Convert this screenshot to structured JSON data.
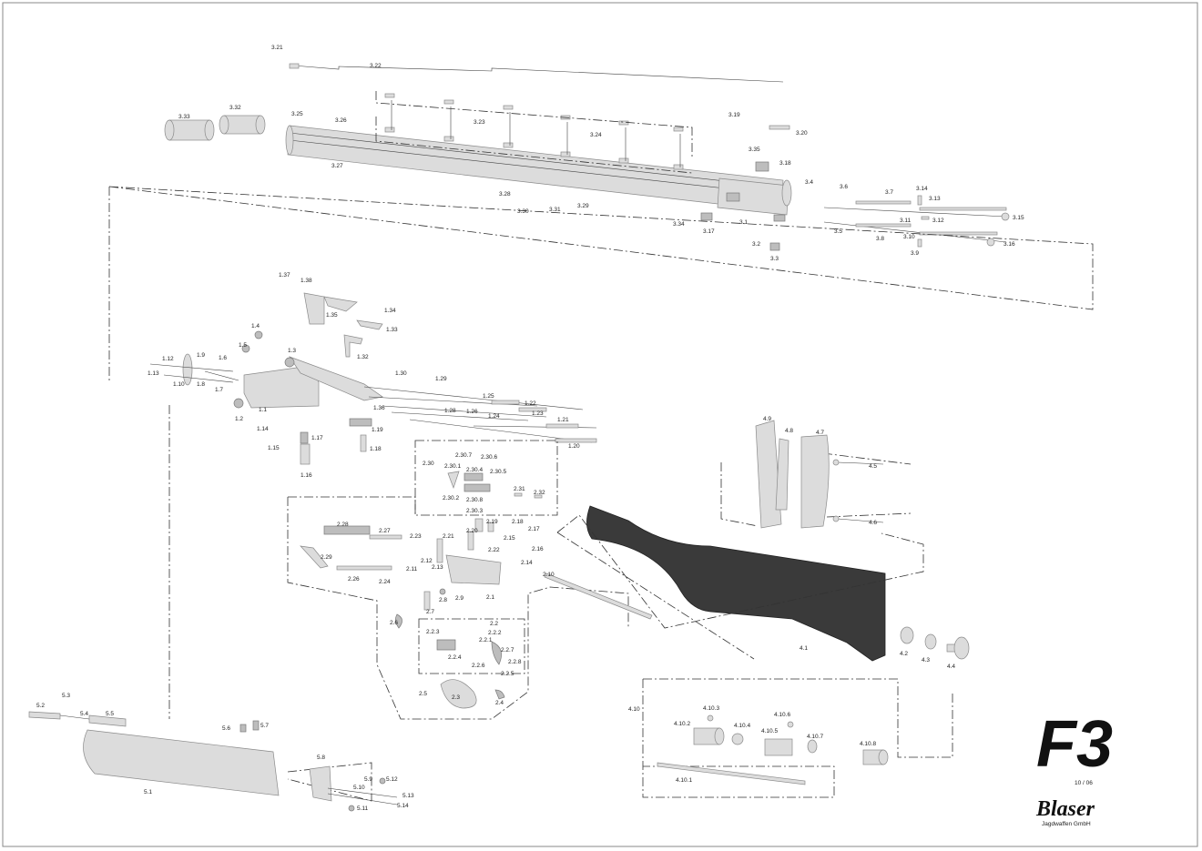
{
  "labels": {
    "l321": "3.21",
    "l322": "3.22",
    "l333": "3.33",
    "l332": "3.32",
    "l325": "3.25",
    "l326": "3.26",
    "l323": "3.23",
    "l319": "3.19",
    "l320": "3.20",
    "l324": "3.24",
    "l327": "3.27",
    "l335": "3.35",
    "l318": "3.18",
    "l34": "3.4",
    "l328": "3.28",
    "l330": "3.30",
    "l331": "3.31",
    "l329": "3.29",
    "l334": "3.34",
    "l317": "3.17",
    "l31": "3.1",
    "l32": "3.2",
    "l33": "3.3",
    "l36": "3.6",
    "l37": "3.7",
    "l314": "3.14",
    "l313": "3.13",
    "l315": "3.15",
    "l311": "3.11",
    "l312": "3.12",
    "l35": "3.5",
    "l38": "3.8",
    "l310": "3.10",
    "l39": "3.9",
    "l316": "3.16",
    "l137": "1.37",
    "l138": "1.38",
    "l135": "1.35",
    "l134": "1.34",
    "l133": "1.33",
    "l132": "1.32",
    "l14": "1.4",
    "l15": "1.5",
    "l13": "1.3",
    "l112": "1.12",
    "l19": "1.9",
    "l16": "1.6",
    "l113": "1.13",
    "l110": "1.10",
    "l18": "1.8",
    "l17": "1.7",
    "l130": "1.30",
    "l129": "1.29",
    "l125": "1.25",
    "l122": "1.22",
    "l136": "1.36",
    "l128": "1.28",
    "l126": "1.26",
    "l124": "1.24",
    "l123": "1.23",
    "l121": "1.21",
    "l11": "1.1",
    "l12": "1.2",
    "l114": "1.14",
    "l115": "1.15",
    "l117": "1.17",
    "l119": "1.19",
    "l118": "1.18",
    "l116": "1.16",
    "l120": "1.20",
    "l2307": "2.30.7",
    "l2306": "2.30.6",
    "l230": "2.30",
    "l2301": "2.30.1",
    "l2304": "2.30.4",
    "l2305": "2.30.5",
    "l2302": "2.30.2",
    "l2308": "2.30.8",
    "l2303": "2.30.3",
    "l231": "2.31",
    "l232": "2.32",
    "l228": "2.28",
    "l227": "2.27",
    "l223": "2.23",
    "l221": "2.21",
    "l220": "2.20",
    "l219": "2.19",
    "l218": "2.18",
    "l217": "2.17",
    "l215": "2.15",
    "l222": "2.22",
    "l216": "2.16",
    "l229": "2.29",
    "l212": "2.12",
    "l213": "2.13",
    "l211": "2.11",
    "l214": "2.14",
    "l210": "2.10",
    "l226": "2.26",
    "l224": "2.24",
    "l28": "2.8",
    "l29": "2.9",
    "l21": "2.1",
    "l27": "2.7",
    "l26": "2.6",
    "l22": "2.2",
    "l223b": "2.2.3",
    "l222b": "2.2.2",
    "l221b": "2.2.1",
    "l227b": "2.2.7",
    "l224b": "2.2.4",
    "l228b": "2.2.8",
    "l226b": "2.2.6",
    "l225b": "2.2.5",
    "l25": "2.5",
    "l23": "2.3",
    "l24": "2.4",
    "l49": "4.9",
    "l48": "4.8",
    "l47": "4.7",
    "l45": "4.5",
    "l46": "4.6",
    "l41": "4.1",
    "l42": "4.2",
    "l43": "4.3",
    "l44": "4.4",
    "l410": "4.10",
    "l4103": "4.10.3",
    "l4102": "4.10.2",
    "l4104": "4.10.4",
    "l4106": "4.10.6",
    "l4105": "4.10.5",
    "l4107": "4.10.7",
    "l4108": "4.10.8",
    "l4101": "4.10.1",
    "l52": "5.2",
    "l53": "5.3",
    "l54": "5.4",
    "l55": "5.5",
    "l56": "5.6",
    "l57": "5.7",
    "l51": "5.1",
    "l58": "5.8",
    "l59": "5.9",
    "l512": "5.12",
    "l510": "5.10",
    "l513": "5.13",
    "l511": "5.11",
    "l514": "5.14"
  },
  "model": "F3",
  "date": "10 / 06",
  "brand": "Blaser",
  "brand_sub": "Jagdwaffen GmbH",
  "colors": {
    "part": "#dcdcdc",
    "stock": "#3a3a3a",
    "line": "#333333"
  }
}
